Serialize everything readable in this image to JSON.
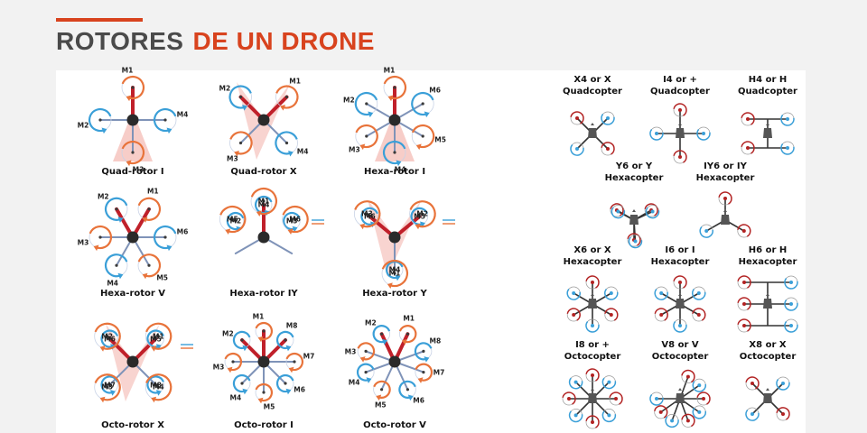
{
  "page": {
    "title_part1": "ROTORES",
    "title_part2": "DE UN DRONE"
  },
  "colors": {
    "accent": "#d8431e",
    "title_gray": "#4a4a4a",
    "cw": "#e8733a",
    "ccw": "#3a9fd8",
    "arm": "#c0202a",
    "shadow": "#f4b8b0",
    "body": "#2a2a2a"
  },
  "left_diagrams": [
    {
      "name": "Quad-rotor I",
      "motors": [
        "M1",
        "M2",
        "M3",
        "M4"
      ]
    },
    {
      "name": "Quad-rotor X",
      "motors": [
        "M1",
        "M2",
        "M3",
        "M4"
      ]
    },
    {
      "name": "Hexa-rotor I",
      "motors": [
        "M1",
        "M2",
        "M3",
        "M4",
        "M5",
        "M6"
      ]
    },
    {
      "name": "Hexa-rotor V",
      "motors": [
        "M1",
        "M2",
        "M3",
        "M4",
        "M5",
        "M6"
      ]
    },
    {
      "name": "Hexa-rotor IY",
      "motors": [
        "M1",
        "M2",
        "M3",
        "M4",
        "M5",
        "M6"
      ]
    },
    {
      "name": "Hexa-rotor Y",
      "motors": [
        "M1",
        "M2",
        "M3",
        "M4",
        "M5",
        "M6"
      ]
    },
    {
      "name": "Octo-rotor X",
      "motors": [
        "M1",
        "M2",
        "M3",
        "M4",
        "M5",
        "M6",
        "M7",
        "M8"
      ]
    },
    {
      "name": "Octo-rotor I",
      "motors": [
        "M1",
        "M2",
        "M3",
        "M4",
        "M5",
        "M6",
        "M7",
        "M8"
      ]
    },
    {
      "name": "Octo-rotor V",
      "motors": [
        "M1",
        "M2",
        "M3",
        "M4",
        "M5",
        "M6",
        "M7",
        "M8"
      ]
    }
  ],
  "right_diagrams": [
    {
      "line1": "X4 or X",
      "line2": "Quadcopter"
    },
    {
      "line1": "I4 or +",
      "line2": "Quadcopter"
    },
    {
      "line1": "H4 or H",
      "line2": "Quadcopter"
    },
    {
      "line1": "Y6 or Y",
      "line2": "Hexacopter"
    },
    {
      "line1": "IY6 or IY",
      "line2": "Hexacopter"
    },
    {
      "line1": "X6 or X",
      "line2": "Hexacopter"
    },
    {
      "line1": "I6 or I",
      "line2": "Hexacopter"
    },
    {
      "line1": "H6 or H",
      "line2": "Hexacopter"
    },
    {
      "line1": "I8 or +",
      "line2": "Octocopter"
    },
    {
      "line1": "V8 or V",
      "line2": "Octocopter"
    },
    {
      "line1": "X8 or X",
      "line2": "Octocopter"
    }
  ]
}
